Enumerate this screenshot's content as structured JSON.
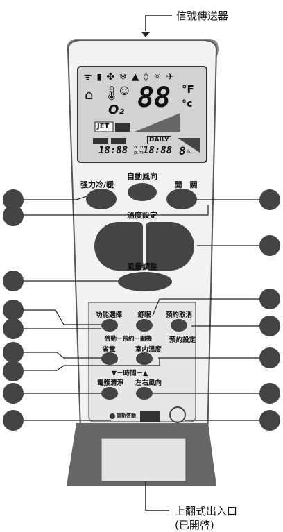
{
  "callouts": {
    "transmitter": "信號傳送器",
    "flap_line1": "上翻式出入口",
    "flap_line2": "(已開啓)"
  },
  "buttons": {
    "jet_cool_heat": "强力冷/暖",
    "auto_swing": "自動風向",
    "power": "開　關",
    "temp_set": "溫度設定",
    "fan_speed": "風量調整",
    "function_select": "功能選擇",
    "sleep": "舒眠",
    "cancel_timer": "預約取消",
    "timer_sub": "啓動－預約－關機",
    "timer_set": "預約設定",
    "energy_save": "省電",
    "room_temp": "室内溫度",
    "time_adjust": "▼－時間－▲",
    "plasma": "電漿清淨",
    "lr_swing": "左右風向",
    "reset": "重新啓動"
  },
  "lcd": {
    "temperature": "88",
    "unit_f": "°F",
    "unit_c": "°c",
    "o2": "O₂",
    "jet": "JET",
    "daily": "DAILY",
    "clock_left": "18:88",
    "clock_right": "18:88",
    "am": "a.m.",
    "pm": "p.m.",
    "hours": "8",
    "hr_label": "hr."
  },
  "icons": [
    "signal-icon",
    "battery-icon",
    "fan-icon",
    "snowflake-icon",
    "flame-icon",
    "drop-icon",
    "sun-icon",
    "airplane-icon",
    "house-icon",
    "thermometer-icon",
    "face-icon"
  ],
  "colors": {
    "body": "#f0f0f0",
    "lcd": "#d0d0d0",
    "button": "#444444",
    "dot": "#444444"
  }
}
